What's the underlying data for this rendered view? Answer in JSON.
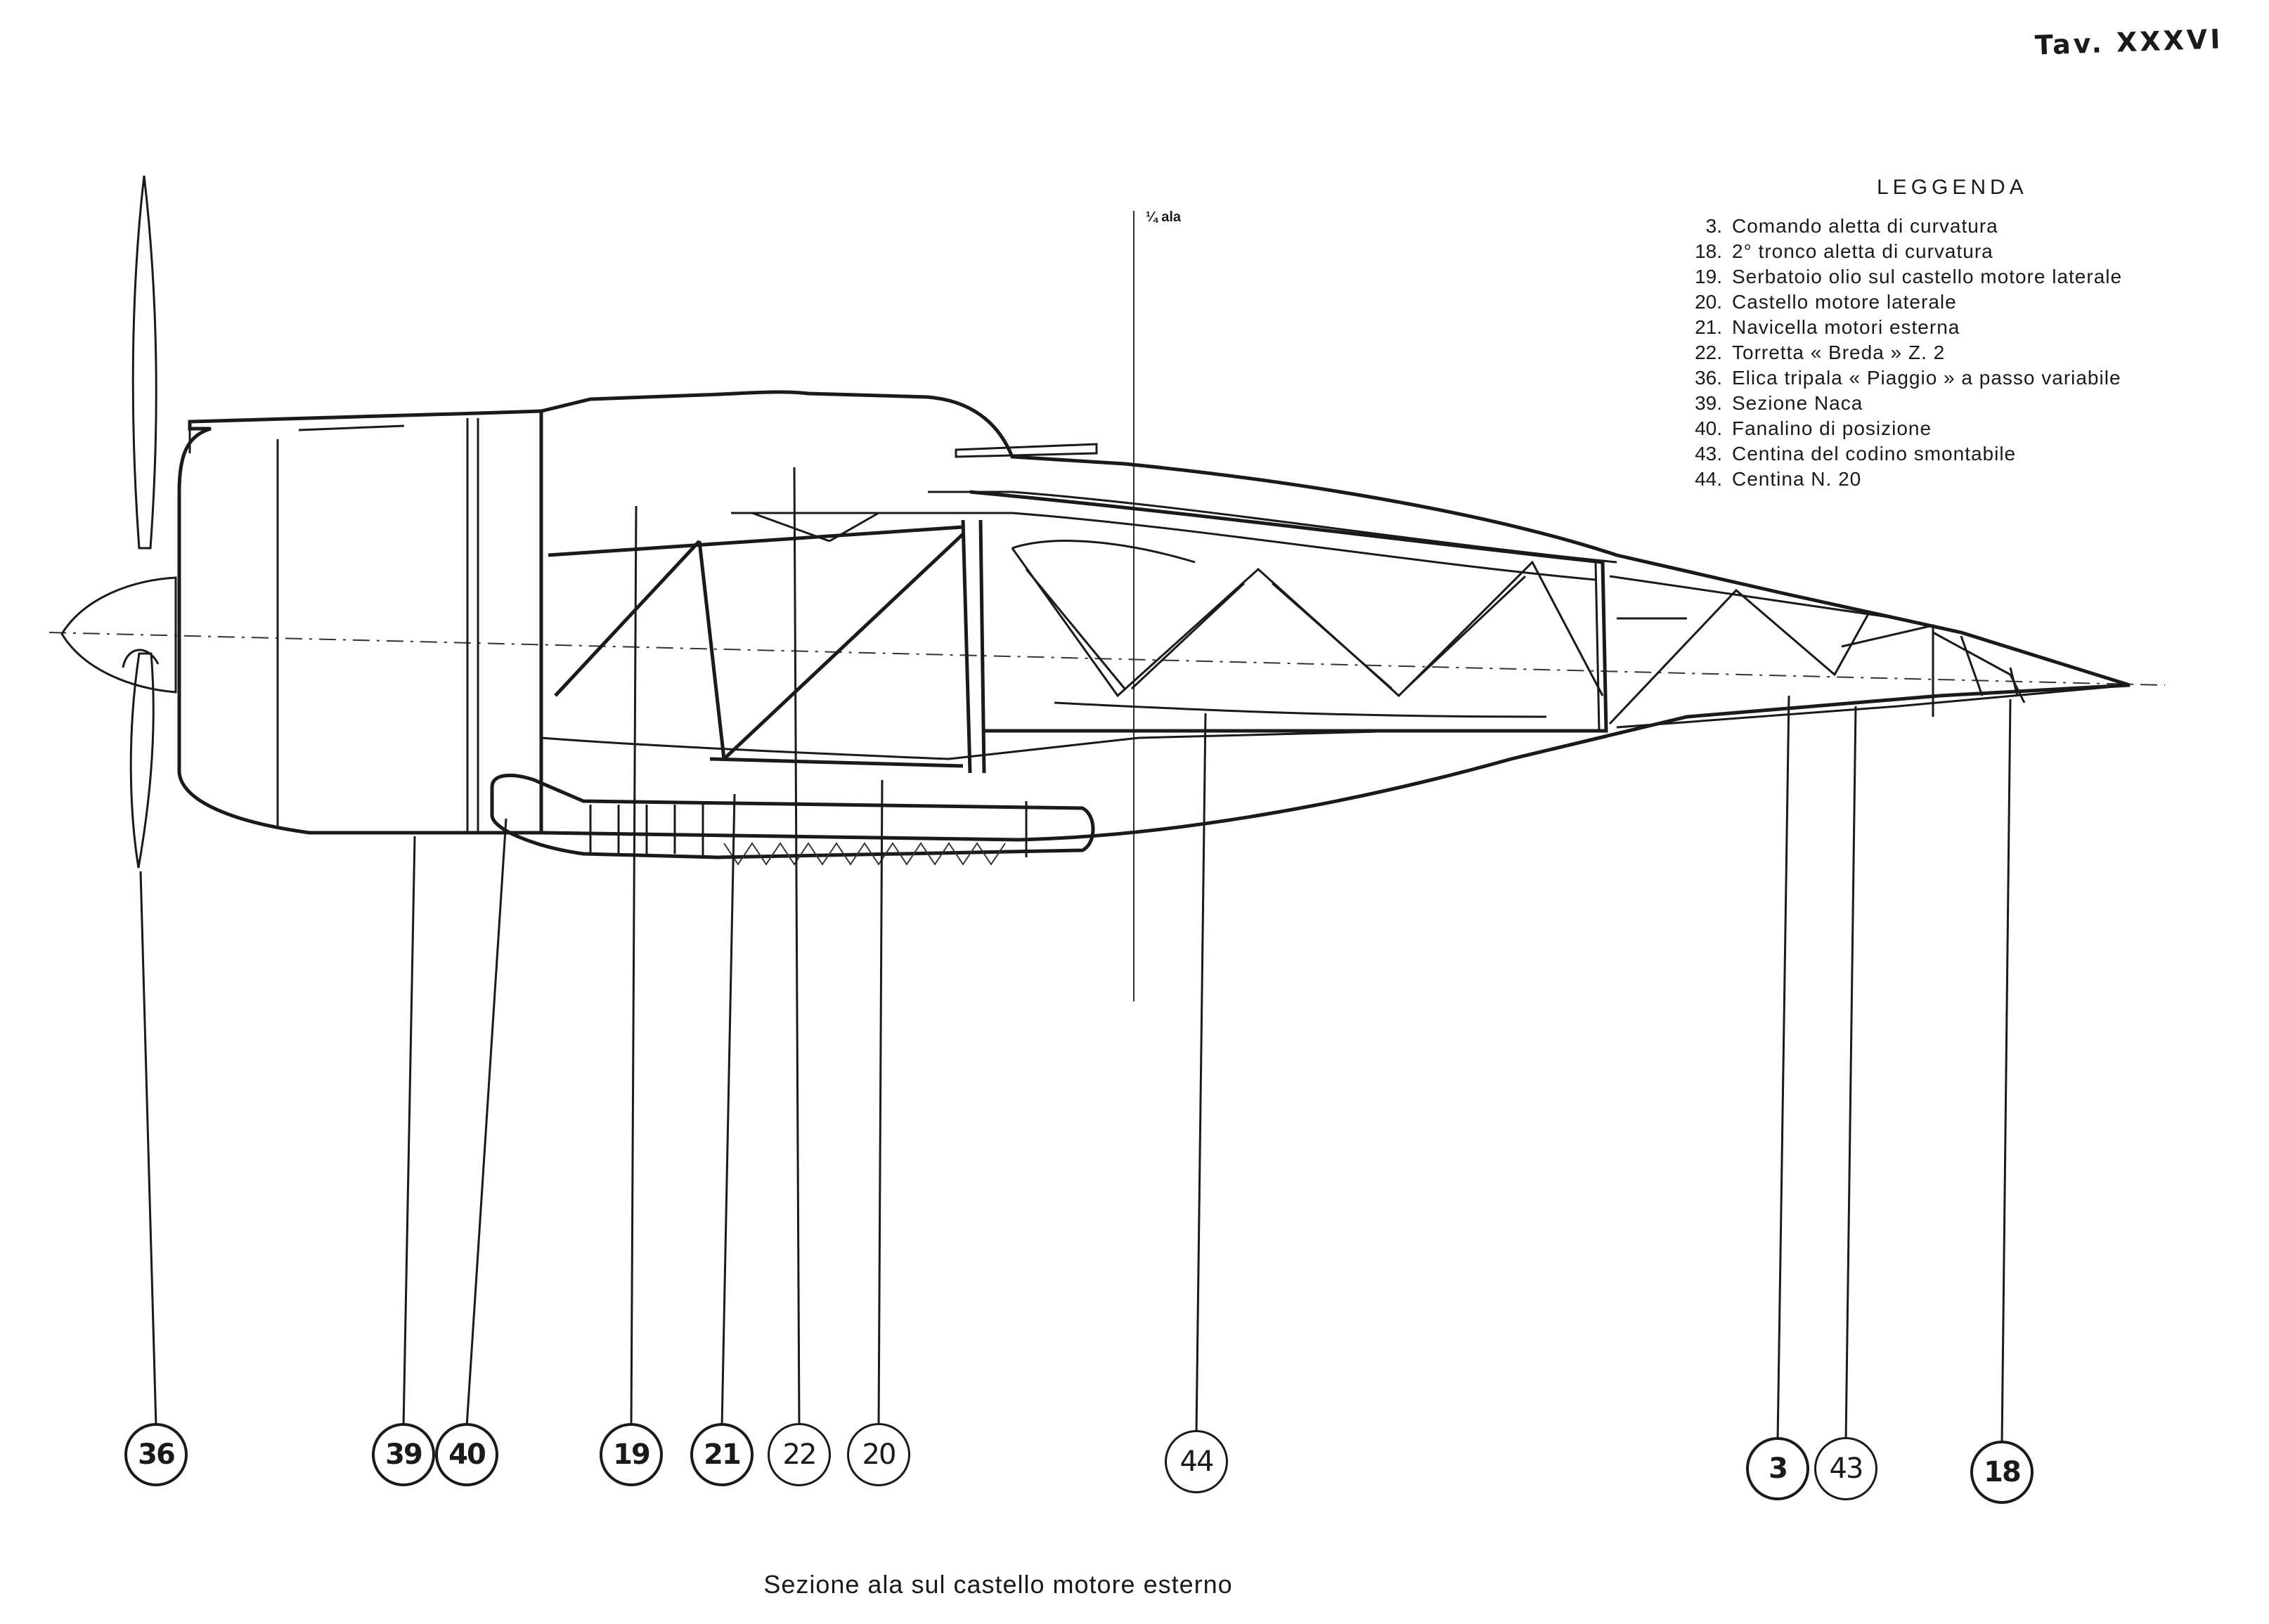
{
  "plate_label": "Tav. XXXVI",
  "quarter_wing_label": "¼ ala",
  "legend": {
    "title": "LEGGENDA",
    "items": [
      {
        "num": "3.",
        "text": "Comando aletta di curvatura"
      },
      {
        "num": "18.",
        "text": "2° tronco aletta di curvatura"
      },
      {
        "num": "19.",
        "text": "Serbatoio olio sul castello motore laterale"
      },
      {
        "num": "20.",
        "text": "Castello motore laterale"
      },
      {
        "num": "21.",
        "text": "Navicella motori esterna"
      },
      {
        "num": "22.",
        "text": "Torretta « Breda » Z. 2"
      },
      {
        "num": "36.",
        "text": "Elica tripala « Piaggio » a passo variabile"
      },
      {
        "num": "39.",
        "text": "Sezione Naca"
      },
      {
        "num": "40.",
        "text": "Fanalino di posizione"
      },
      {
        "num": "43.",
        "text": "Centina del codino smontabile"
      },
      {
        "num": "44.",
        "text": "Centina N. 20"
      }
    ]
  },
  "callouts": [
    "36",
    "39",
    "40",
    "19",
    "21",
    "22",
    "20",
    "44",
    "3",
    "43",
    "18"
  ],
  "caption": "Sezione ala sul castello motore esterno"
}
